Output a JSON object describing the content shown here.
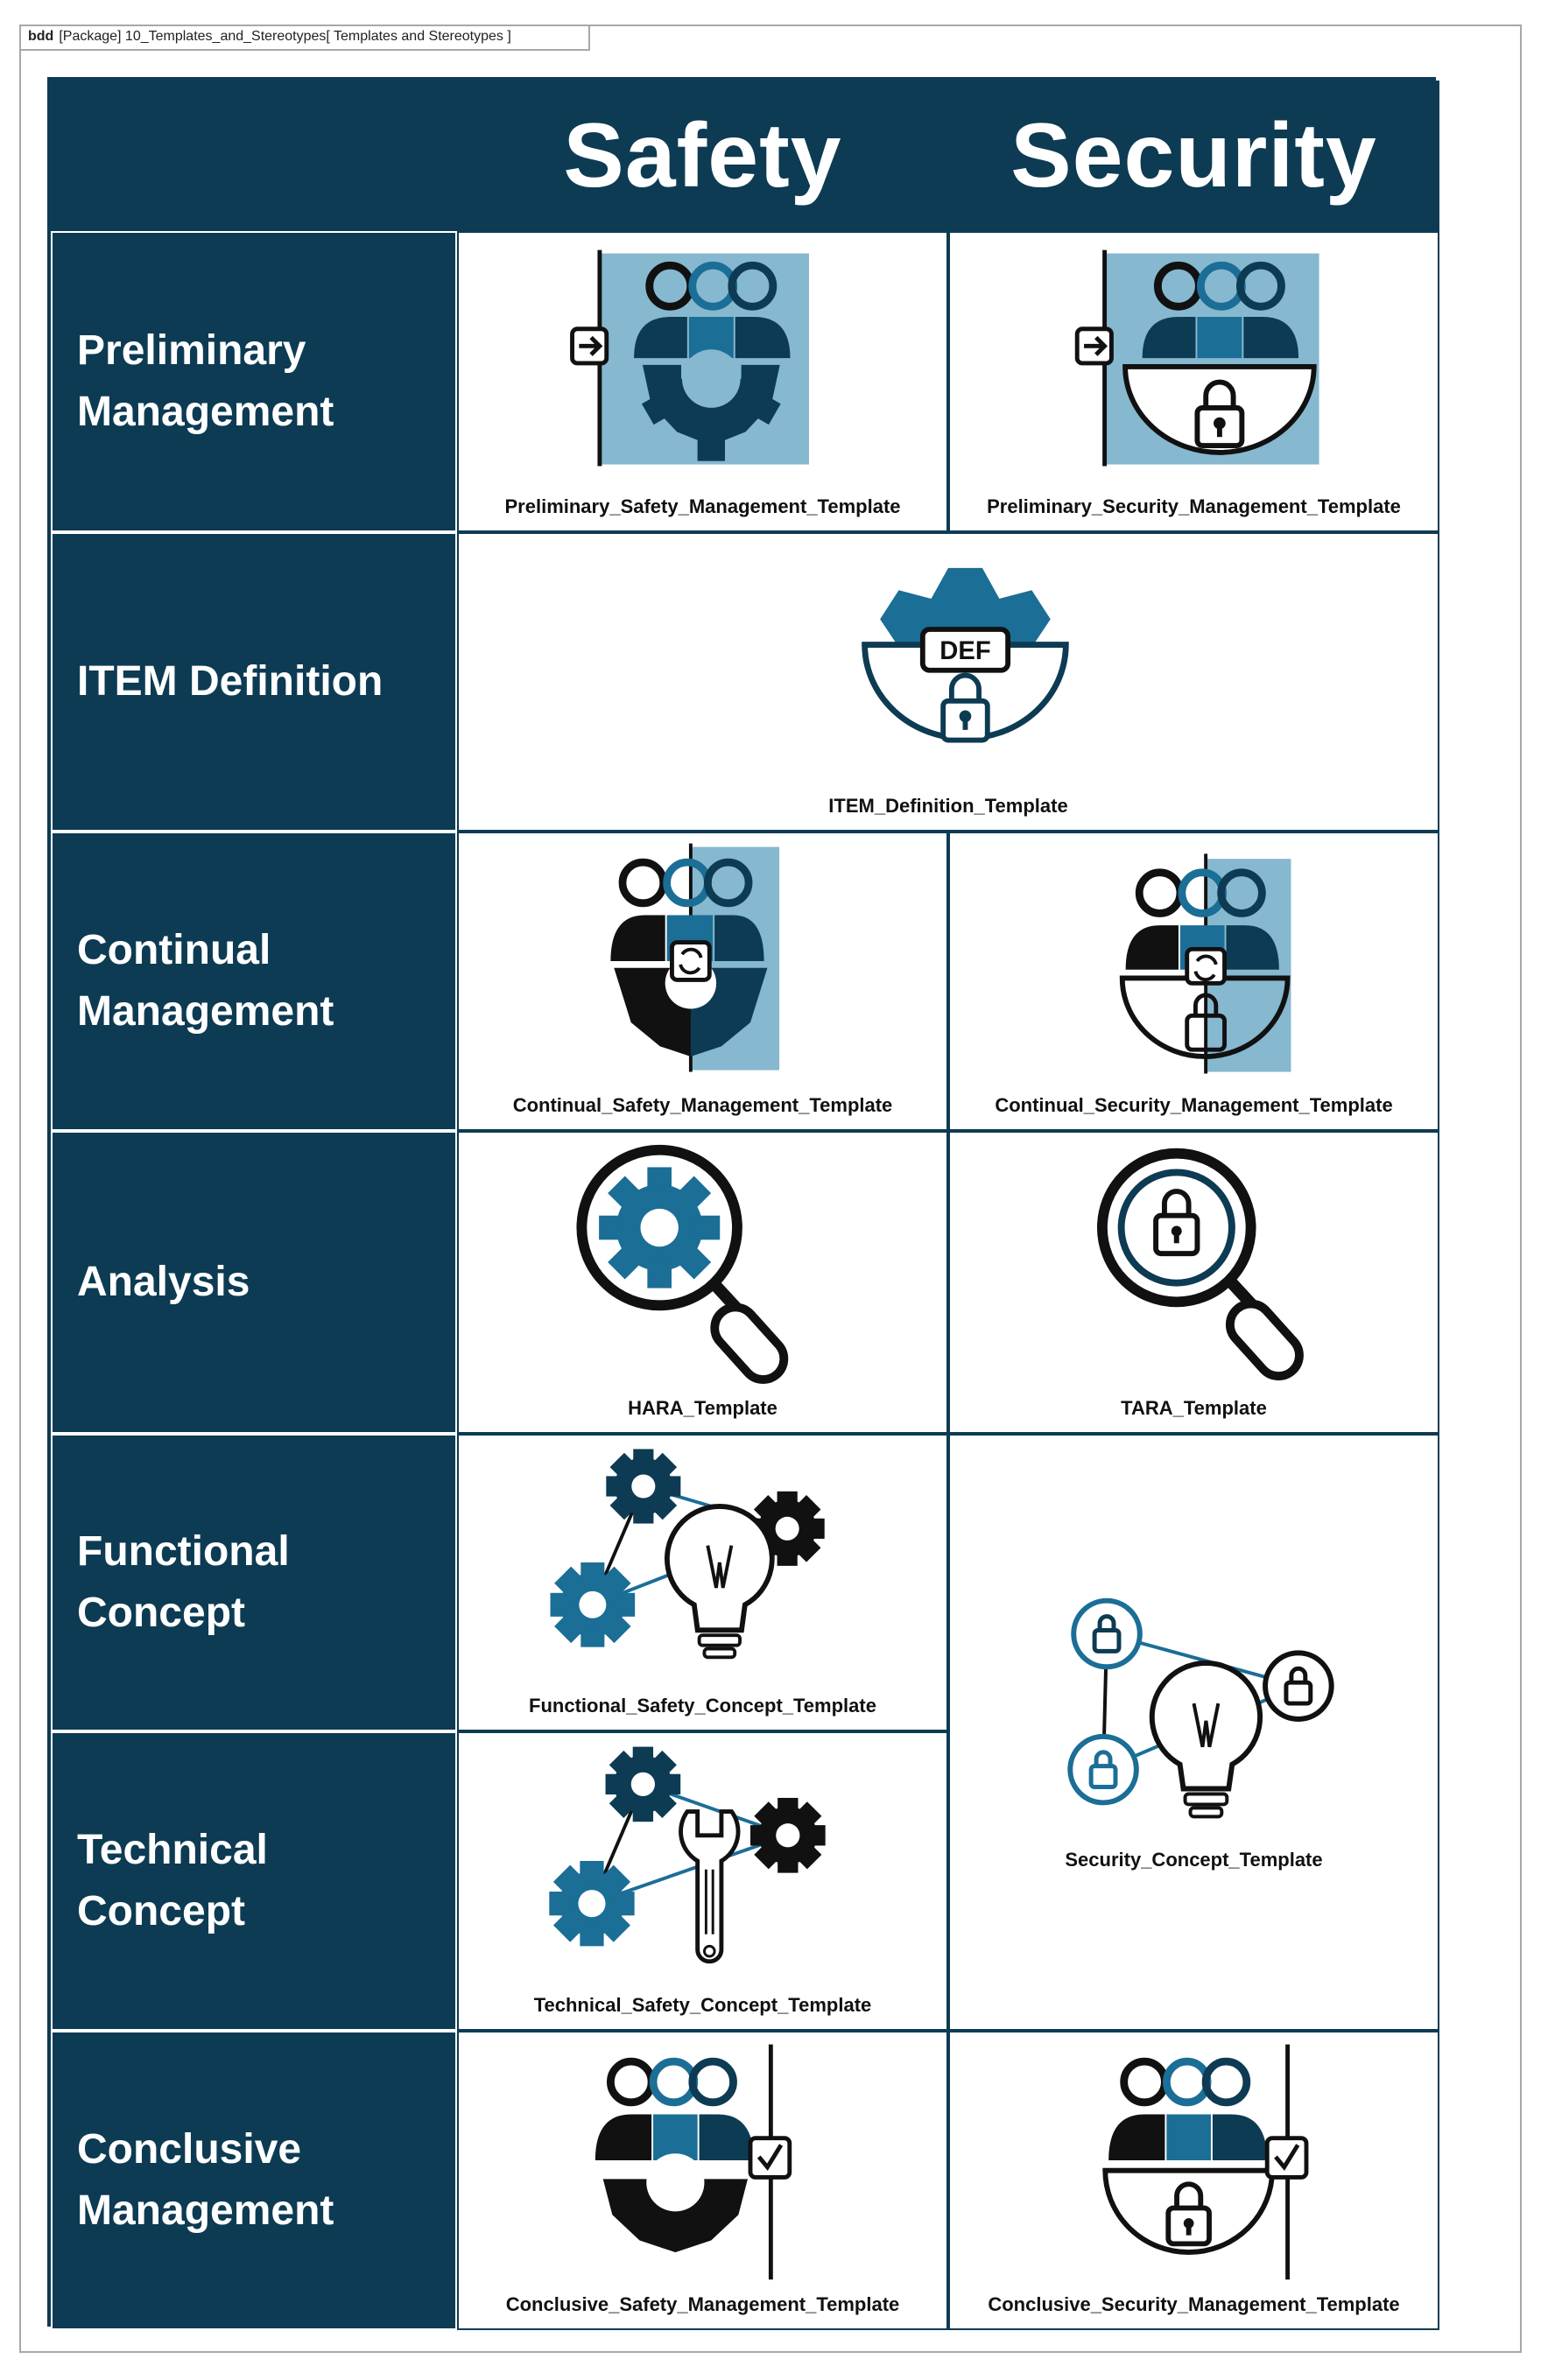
{
  "diagram": {
    "frame_type": "bdd",
    "frame_label": "[Package] 10_Templates_and_Stereotypes[ Templates and Stereotypes ]",
    "columns": [
      "Safety",
      "Security"
    ],
    "rows": [
      {
        "label": "Preliminary\nManagement"
      },
      {
        "label": "ITEM Definition"
      },
      {
        "label": "Continual\nManagement"
      },
      {
        "label": "Analysis"
      },
      {
        "label": "Functional\nConcept"
      },
      {
        "label": "Technical\nConcept"
      },
      {
        "label": "Conclusive\nManagement"
      }
    ],
    "templates": {
      "preliminary_safety": "Preliminary_Safety_Management_Template",
      "preliminary_security": "Preliminary_Security_Management_Template",
      "item_definition": "ITEM_Definition_Template",
      "continual_safety": "Continual_Safety_Management_Template",
      "continual_security": "Continual_Security_Management_Template",
      "hara": "HARA_Template",
      "tara": "TARA_Template",
      "functional_safety": "Functional_Safety_Concept_Template",
      "security_concept": "Security_Concept_Template",
      "technical_safety": "Technical_Safety_Concept_Template",
      "conclusive_safety": "Conclusive_Safety_Management_Template",
      "conclusive_security": "Conclusive_Security_Management_Template"
    },
    "icon_badge_def": "DEF",
    "colors": {
      "navy": "#0d3b53",
      "teal": "#1b6e96",
      "light_blue": "#86b8d0",
      "black": "#111111",
      "white": "#ffffff"
    }
  }
}
